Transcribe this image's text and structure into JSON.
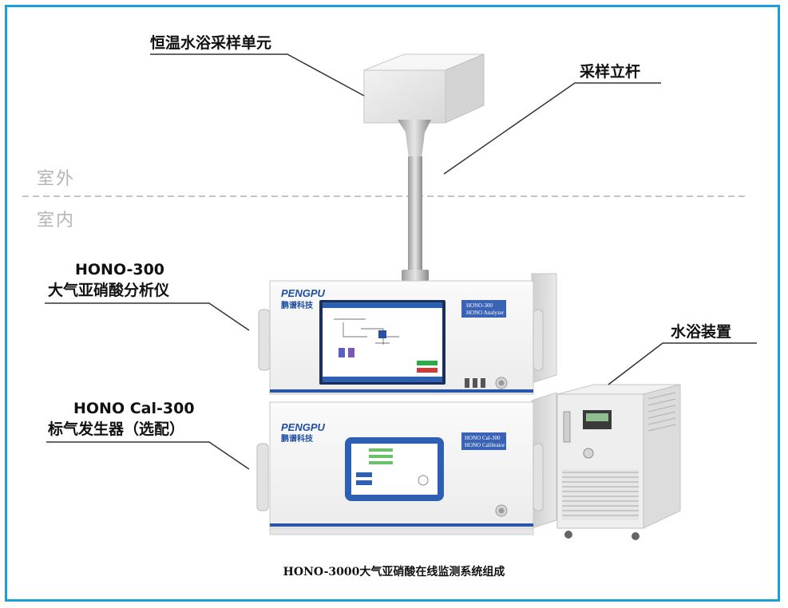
{
  "labels": {
    "sampling_unit": "恒温水浴采样单元",
    "sampling_mast": "采样立杆",
    "outdoor": "室外",
    "indoor": "室内",
    "analyzer_model": "HONO-300",
    "analyzer_name": "大气亚硝酸分析仪",
    "calibrator_model": "HONO Cal-300",
    "calibrator_name": "标气发生器（选配）",
    "water_bath": "水浴装置"
  },
  "devices": {
    "brand_en": "PENGPU",
    "brand_cn": "鹏谱科技",
    "analyzer_tag_line1": "HONO-300",
    "analyzer_tag_line2": "HONO Analyzer",
    "calibrator_tag_line1": "HONO Cal-300",
    "calibrator_tag_line2": "HONO Calibrator"
  },
  "caption": "HONO-3000大气亚硝酸在线监测系统组成",
  "colors": {
    "frame": "#1a9fd6",
    "brand": "#1f4fa3",
    "screen": "#2d5fb3",
    "divider": "#b0b0b0"
  }
}
